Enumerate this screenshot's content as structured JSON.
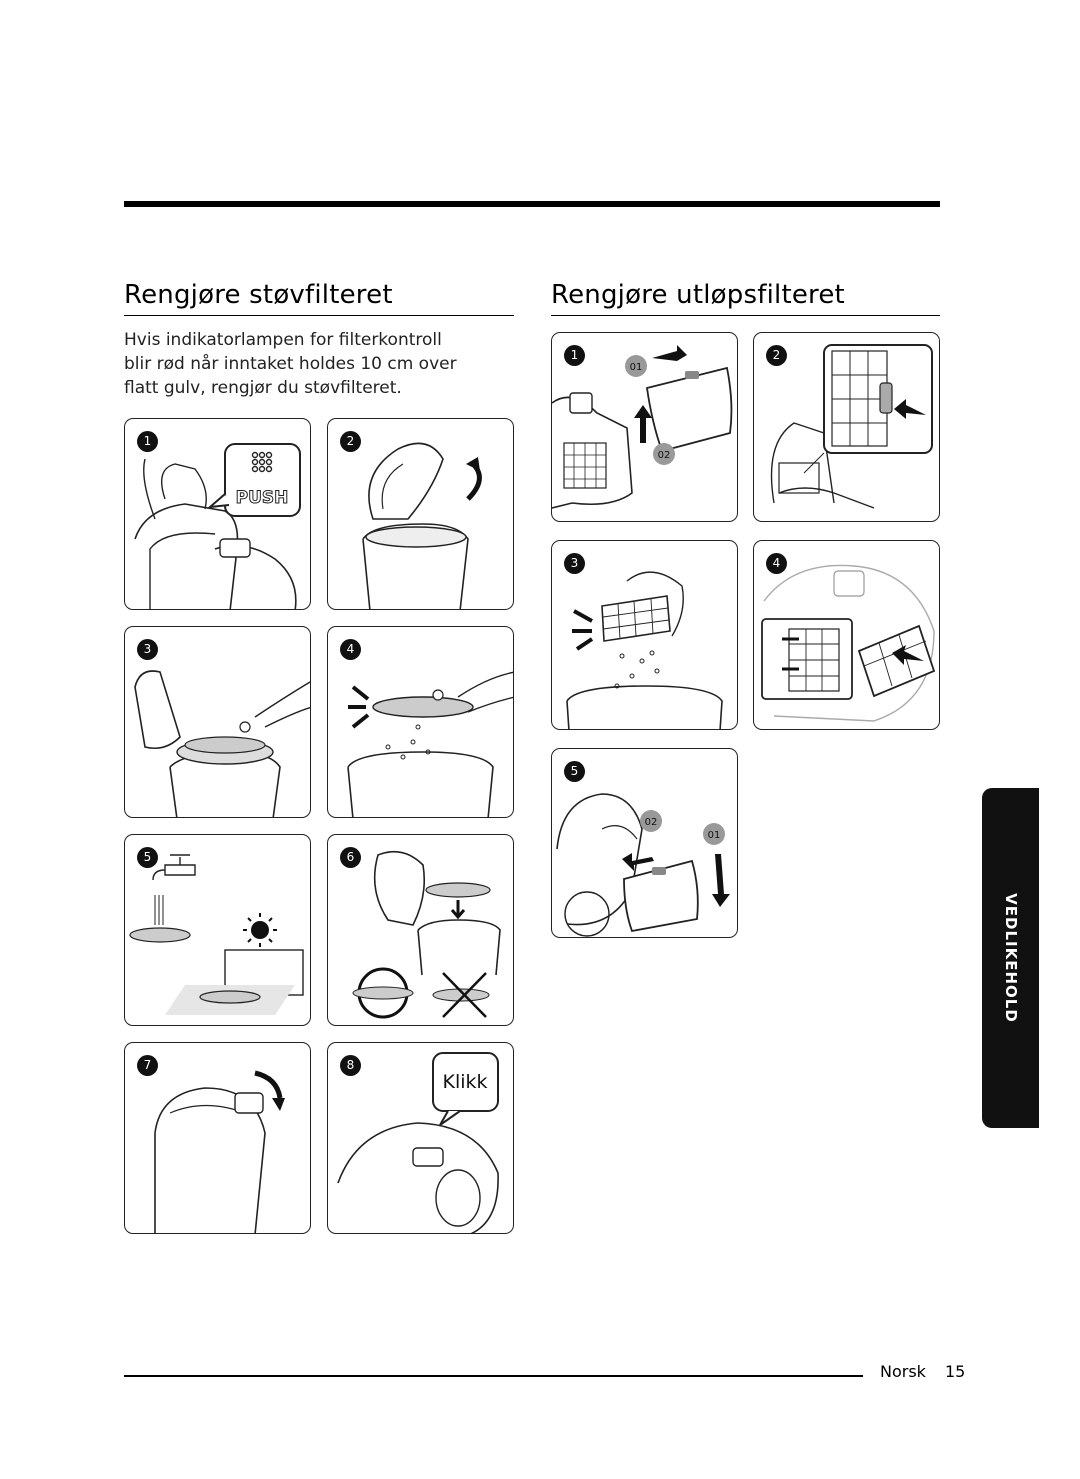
{
  "left_section": {
    "title": "Rengjøre støvfilteret",
    "intro_lines": [
      "Hvis indikatorlampen for filterkontroll",
      "blir rød når inntaket holdes 10 cm over",
      "flatt gulv, rengjør du støvfilteret."
    ],
    "steps": [
      "1",
      "2",
      "3",
      "4",
      "5",
      "6",
      "7",
      "8"
    ],
    "push_label": "PUSH",
    "klikk_label": "Klikk"
  },
  "right_section": {
    "title": "Rengjøre utløpsfilteret",
    "steps": [
      "1",
      "2",
      "3",
      "4",
      "5"
    ],
    "sub_labels": [
      "01",
      "02"
    ]
  },
  "side_tab": "VEDLIKEHOLD",
  "footer": {
    "language": "Norsk",
    "page_number": "15"
  }
}
